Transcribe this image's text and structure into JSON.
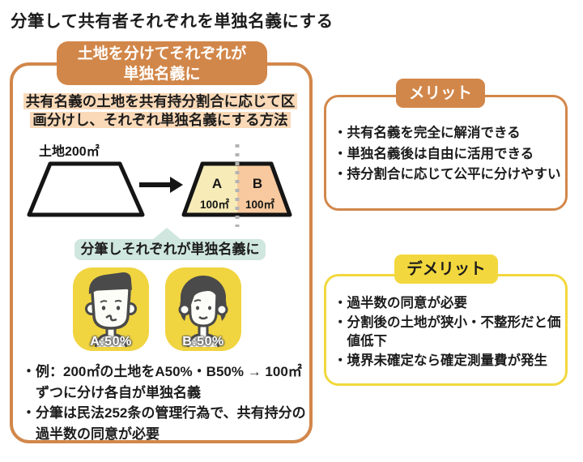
{
  "title": "分筆して共有者それぞれを単独名義にする",
  "colors": {
    "accent_orange": "#d2874a",
    "accent_yellow": "#f2d83e",
    "highlight_peach": "#f9d9b8",
    "callout_teal": "#cfe7de",
    "parcel_a_fill": "#f7ecb8",
    "parcel_b_fill": "#f8c99e",
    "owner_icon_bg": "#f0d440",
    "outline_dark": "#4a4a4a"
  },
  "main_box": {
    "header": {
      "line1": "土地を分けてそれぞれが",
      "line2": "単独名義に"
    },
    "description": {
      "line1": "共有名義の土地を共有持分割合に応じて区",
      "line2": "画分けし、それぞれ単独名義にする方法"
    },
    "diagram": {
      "land_label": "土地200㎡",
      "parcel_a": {
        "name": "A",
        "area": "100㎡"
      },
      "parcel_b": {
        "name": "B",
        "area": "100㎡"
      }
    },
    "callout": "分筆しそれぞれが単独名義に",
    "owners": [
      {
        "share": "A:50%"
      },
      {
        "share": "B:50%"
      }
    ],
    "notes": [
      "・例：200㎡の土地をA50%・B50% → 100㎡ずつに分け各自が単独名義",
      "・分筆は民法252条の管理行為で、共有持分の過半数の同意が必要"
    ]
  },
  "merit_box": {
    "header": "メリット",
    "items": [
      "・共有名義を完全に解消できる",
      "・単独名義後は自由に活用できる",
      "・持分割合に応じて公平に分けやすい"
    ]
  },
  "demerit_box": {
    "header": "デメリット",
    "items": [
      "・過半数の同意が必要",
      "・分割後の土地が狭小・不整形だと価値低下",
      "・境界未確定なら確定測量費が発生"
    ]
  }
}
